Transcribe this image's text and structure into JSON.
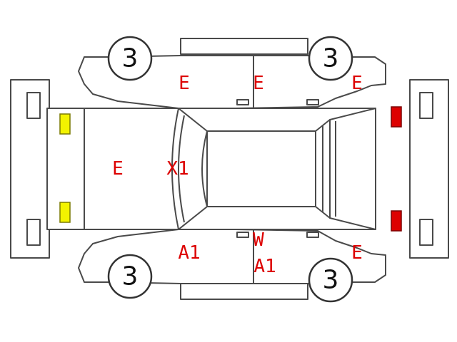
{
  "colors": {
    "mark_red": "#dd0000",
    "front_lamp": "#f3f300",
    "rear_lamp": "#dd0000"
  },
  "wheels": {
    "front_top": "3",
    "rear_top": "3",
    "front_bottom": "3",
    "rear_bottom": "3"
  },
  "marks": {
    "front_top_door": "E",
    "rear_top_door": "E",
    "rear_top_quarter": "E",
    "hood": "E",
    "windshield": "X1",
    "front_bottom_door": "A1",
    "rear_bottom_door_1": "W",
    "rear_bottom_door_2": "A1",
    "rear_bottom_quarter": "E"
  }
}
